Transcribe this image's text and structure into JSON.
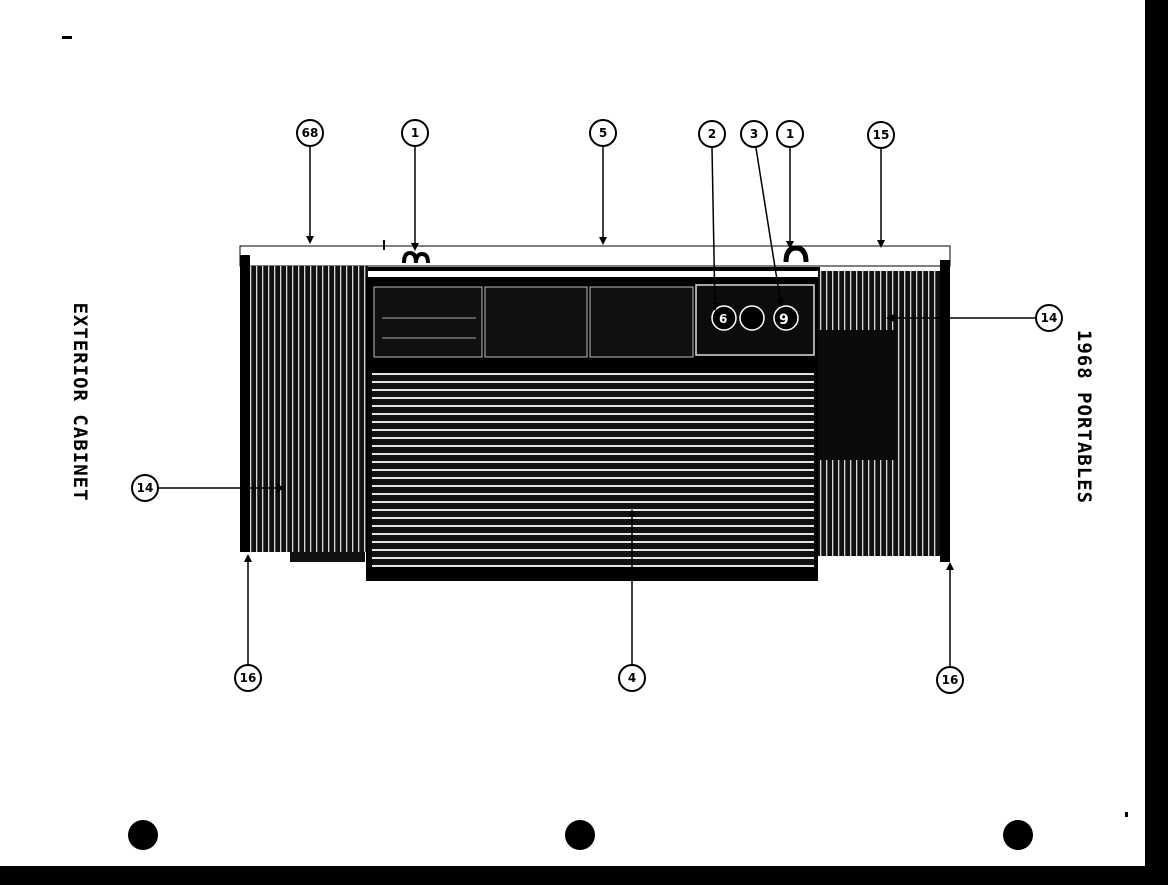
{
  "titles": {
    "left": "EXTERIOR CABINET",
    "right": "1968 PORTABLES"
  },
  "callouts": [
    {
      "id": "c-68",
      "label": "68"
    },
    {
      "id": "c-1a",
      "label": "1"
    },
    {
      "id": "c-5",
      "label": "5"
    },
    {
      "id": "c-2",
      "label": "2"
    },
    {
      "id": "c-3",
      "label": "3"
    },
    {
      "id": "c-1b",
      "label": "1"
    },
    {
      "id": "c-15",
      "label": "15"
    },
    {
      "id": "c-14r",
      "label": "14"
    },
    {
      "id": "c-14l",
      "label": "14"
    },
    {
      "id": "c-16l",
      "label": "16"
    },
    {
      "id": "c-4",
      "label": "4"
    },
    {
      "id": "c-16r",
      "label": "16"
    }
  ],
  "knob_marks": [
    "6",
    "9"
  ],
  "colors": {
    "paper": "#ffffff",
    "ink": "#000000",
    "border": "#000000"
  }
}
